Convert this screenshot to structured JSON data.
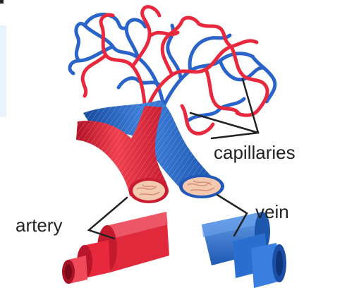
{
  "labels": {
    "capillaries": "capillaries",
    "vein": "vein",
    "artery": "artery"
  },
  "colors": {
    "artery": "#e8283c",
    "artery_dark": "#b01226",
    "artery_light": "#f26a78",
    "vein": "#2a6fd0",
    "vein_dark": "#164a9c",
    "vein_light": "#5b93e3",
    "vessel_lumen": "#f3c9b0",
    "leader_line": "#222222",
    "background": "#ffffff",
    "side_panel": "#e8f3fb"
  }
}
